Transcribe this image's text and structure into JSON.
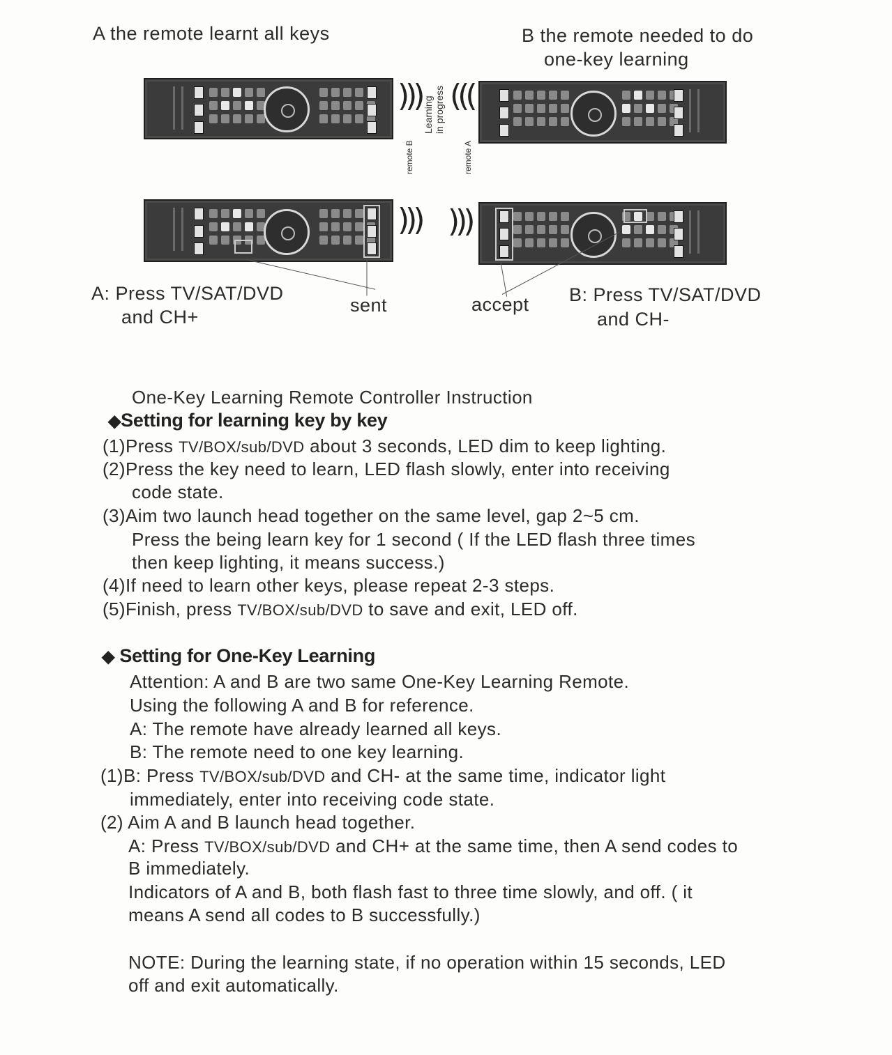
{
  "diagram": {
    "caption_a": "A  the remote learnt all keys",
    "caption_b_line1": "B  the remote needed to do",
    "caption_b_line2": "one-key learning",
    "learning_line1": "Learning",
    "learning_line2": "in progress",
    "label_remote_b": "remote B",
    "label_remote_a": "remote A",
    "wave_right": ")))",
    "wave_left": "(((",
    "press_a_line1": "A: Press TV/SAT/DVD",
    "press_a_line2": "and CH+",
    "sent": "sent",
    "accept": "accept",
    "press_b_line1": "B: Press TV/SAT/DVD",
    "press_b_line2": "and CH-"
  },
  "instruction": {
    "title": "One-Key Learning Remote Controller Instruction",
    "bullet": "◆",
    "section1": {
      "heading": "Setting for learning key by key",
      "s1_num": "(1)",
      "s1_a": "Press ",
      "s1_key": "TV/BOX/sub/DVD",
      "s1_b": " about 3 seconds, LED dim to keep lighting.",
      "s2_num": "(2)",
      "s2_l1": "Press the key need to learn, LED flash slowly, enter into receiving",
      "s2_l2": "code state.",
      "s3_num": "(3)",
      "s3_l1": "Aim two launch head together on the same level, gap 2~5 cm.",
      "s3_l2": "Press the being learn key for 1 second ( If the LED flash three times",
      "s3_l3": "then keep lighting, it means success.)",
      "s4_num": "(4)",
      "s4_l1": "If need to learn other keys, please repeat 2-3 steps.",
      "s5_num": "(5)",
      "s5_a": "Finish, press ",
      "s5_key": "TV/BOX/sub/DVD",
      "s5_b": " to save and exit, LED off."
    },
    "section2": {
      "heading": "Setting for One-Key Learning",
      "att_l1": "Attention: A and B are two same One-Key Learning Remote.",
      "att_l2": "Using the following A and B for reference.",
      "att_l3": "A: The remote have already learned all keys.",
      "att_l4": "B: The remote need to one key learning.",
      "p1_num": "(1)",
      "p1_a": "B: Press ",
      "p1_key": "TV/BOX/sub/DVD",
      "p1_b": " and CH- at the same time, indicator light",
      "p1_l2": "immediately, enter into receiving code state.",
      "p2_num": "(2)",
      "p2_l1": " Aim A and B launch head together.",
      "p2_a": "A: Press ",
      "p2_key": "TV/BOX/sub/DVD",
      "p2_b": " and CH+ at the same time, then A send codes to",
      "p2_l3": "B immediately.",
      "p2_l4": "Indicators of A and B, both flash fast to three time slowly, and off. ( it",
      "p2_l5": "means A send all codes to B successfully.)",
      "note_l1": "NOTE: During the learning state, if no operation within 15 seconds, LED",
      "note_l2": "off and exit automatically."
    }
  }
}
